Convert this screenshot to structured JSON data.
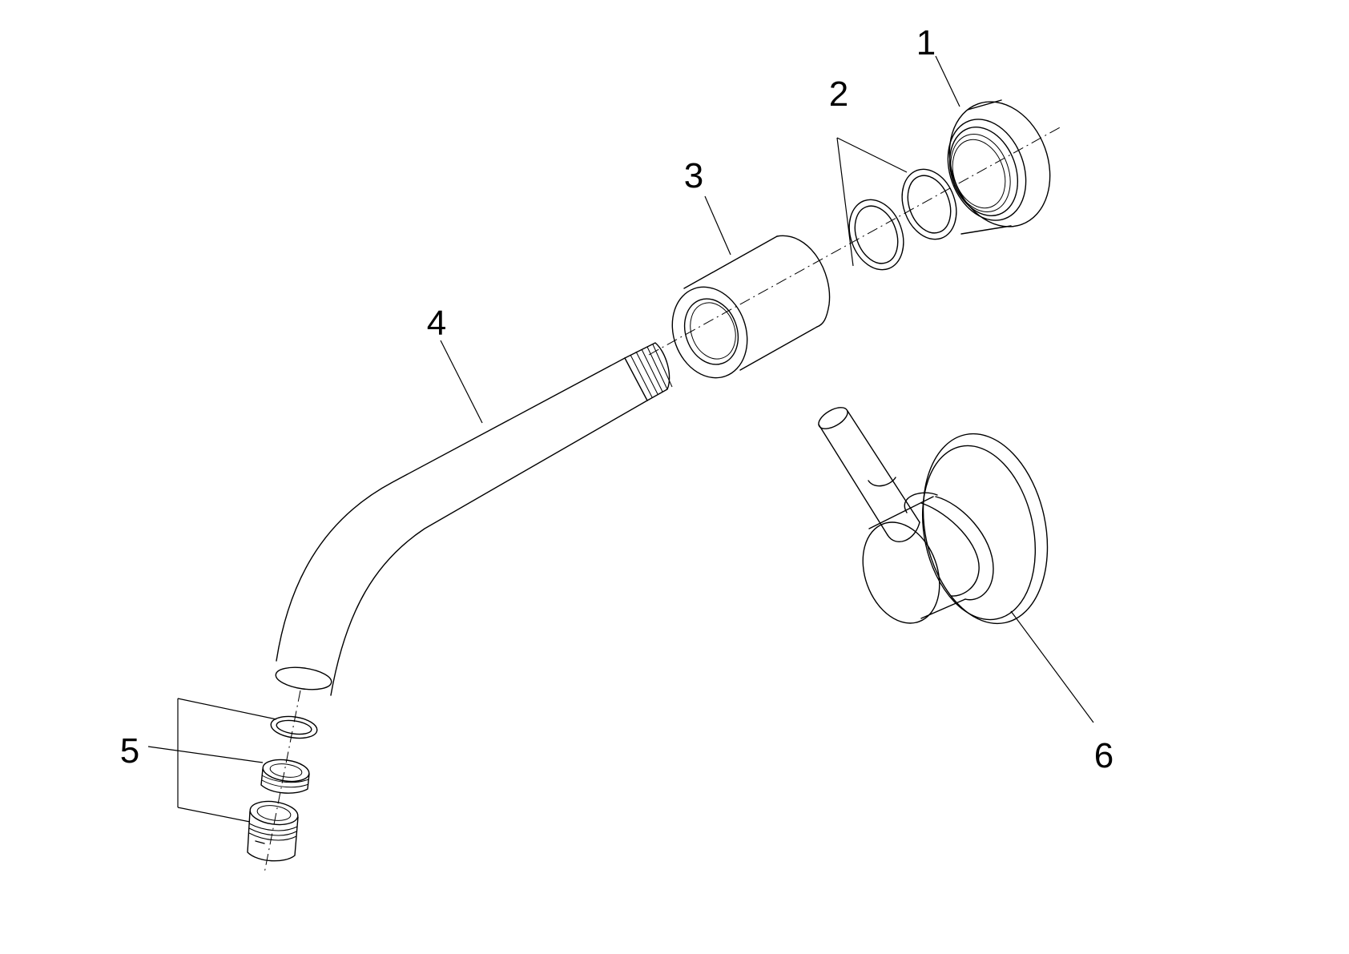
{
  "diagram": {
    "parts": [
      {
        "id": "part-1",
        "label": "1"
      },
      {
        "id": "part-2",
        "label": "2"
      },
      {
        "id": "part-3",
        "label": "3"
      },
      {
        "id": "part-4",
        "label": "4"
      },
      {
        "id": "part-5",
        "label": "5"
      },
      {
        "id": "part-6",
        "label": "6"
      }
    ],
    "colors": {
      "line": "#000000",
      "background": "#ffffff"
    }
  }
}
